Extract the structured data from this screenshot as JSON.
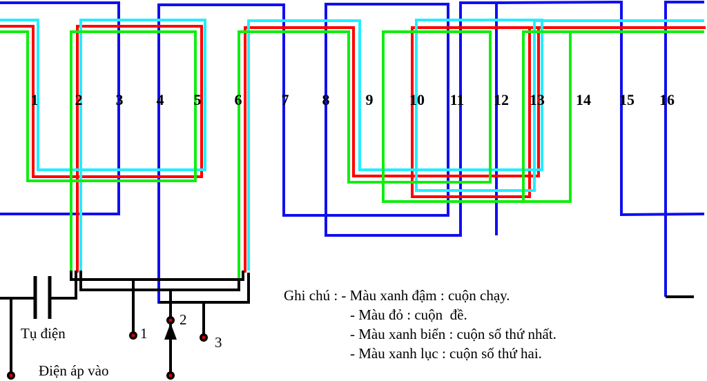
{
  "title": "Sơ đồ dây quấn động cơ 16 rãnh",
  "slots": [
    "1",
    "2",
    "3",
    "4",
    "5",
    "6",
    "7",
    "8",
    "9",
    "10",
    "11",
    "12",
    "13",
    "14",
    "15",
    "16"
  ],
  "colors": {
    "run": "#1010ee",
    "start": "#ff0000",
    "speed1": "#22eeff",
    "speed2": "#11ee11",
    "lead": "#000000",
    "terminal": "#dd0000"
  },
  "labels": {
    "capacitor": "Tụ điện",
    "input_voltage": "Điện áp vào",
    "terminal_1": "1",
    "terminal_2": "2",
    "terminal_3": "3"
  },
  "legend": {
    "prefix": "Ghi chú :",
    "items": [
      "- Màu xanh đậm : cuộn chạy.",
      "- Màu đỏ : cuộn  đề.",
      "- Màu xanh biển : cuộn số thứ nhất.",
      "- Màu xanh lục : cuộn số thứ hai."
    ]
  }
}
